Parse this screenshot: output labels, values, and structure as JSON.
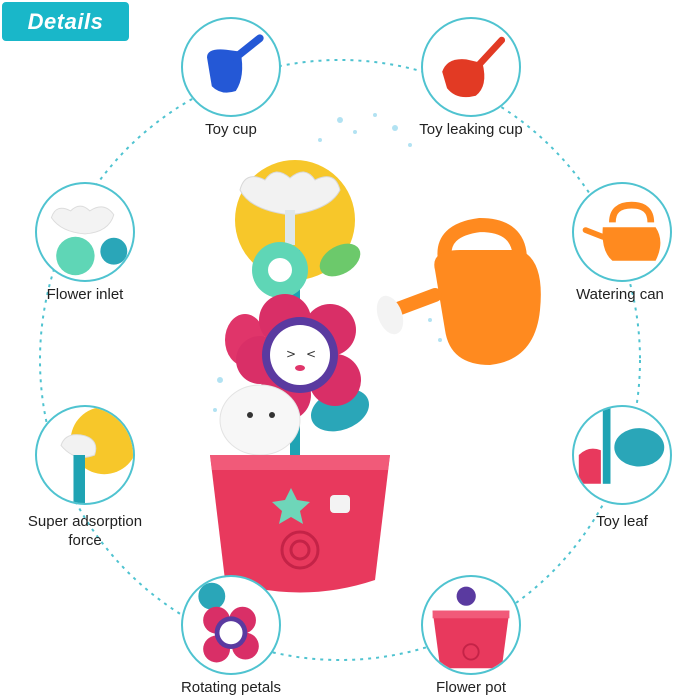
{
  "header": {
    "badge_label": "Details"
  },
  "colors": {
    "accent": "#19b7c9",
    "ring": "#4fc3d0",
    "pot": "#e8395d",
    "can": "#ff8a1f"
  },
  "features": [
    {
      "id": "toy-cup",
      "label": "Toy cup",
      "icon": "blue-cup-icon"
    },
    {
      "id": "toy-leaking-cup",
      "label": "Toy leaking cup",
      "icon": "red-leaking-cup-icon"
    },
    {
      "id": "flower-inlet",
      "label": "Flower inlet",
      "icon": "flower-inlet-icon"
    },
    {
      "id": "watering-can",
      "label": "Watering can",
      "icon": "watering-can-icon"
    },
    {
      "id": "super-adsorption",
      "label_line1": "Super adsorption",
      "label_line2": "force",
      "icon": "suction-cup-icon"
    },
    {
      "id": "toy-leaf",
      "label": "Toy leaf",
      "icon": "leaf-icon"
    },
    {
      "id": "rotating-petals",
      "label": "Rotating petals",
      "icon": "rotating-petals-icon"
    },
    {
      "id": "flower-pot",
      "label": "Flower pot",
      "icon": "flower-pot-icon"
    }
  ]
}
